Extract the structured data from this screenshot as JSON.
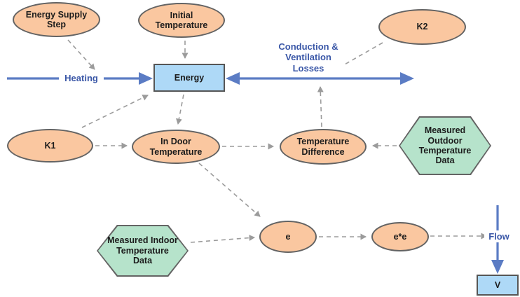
{
  "diagram": {
    "kind": "system-dynamics-model",
    "colors": {
      "variable_fill": "#FAC7A0",
      "variable_border": "#636363",
      "stock_fill": "#AED9F7",
      "stock_border": "#565656",
      "data_fill": "#B6E3CB",
      "data_border": "#646464",
      "flow_arrow_blue": "#5B7CC4",
      "flow_label_blue": "#3A57A7",
      "connector_gray": "#9B9B9B",
      "label_text": "#1C1C1C",
      "background": "#FFFFFF"
    },
    "nodes": {
      "energy_supply_step": {
        "label": "Energy Supply Step",
        "type": "variable"
      },
      "initial_temperature": {
        "label": "Initial Temperature",
        "type": "variable"
      },
      "k2": {
        "label": "K2",
        "type": "variable"
      },
      "energy": {
        "label": "Energy",
        "type": "stock"
      },
      "k1": {
        "label": "K1",
        "type": "variable"
      },
      "indoor_temperature": {
        "label": "In Door Temperature",
        "type": "variable"
      },
      "temperature_difference": {
        "label": "Temperature Difference",
        "type": "variable"
      },
      "measured_outdoor": {
        "label": "Measured Outdoor Temperature Data",
        "type": "data"
      },
      "measured_indoor": {
        "label": "Measured Indoor Temperature Data",
        "type": "data"
      },
      "e": {
        "label": "e",
        "type": "variable"
      },
      "e_squared": {
        "label": "e*e",
        "type": "variable"
      },
      "v": {
        "label": "V",
        "type": "stock"
      }
    },
    "flow_labels": {
      "heating": "Heating",
      "losses": "Conduction & Ventilation Losses",
      "flow": "Flow"
    }
  }
}
